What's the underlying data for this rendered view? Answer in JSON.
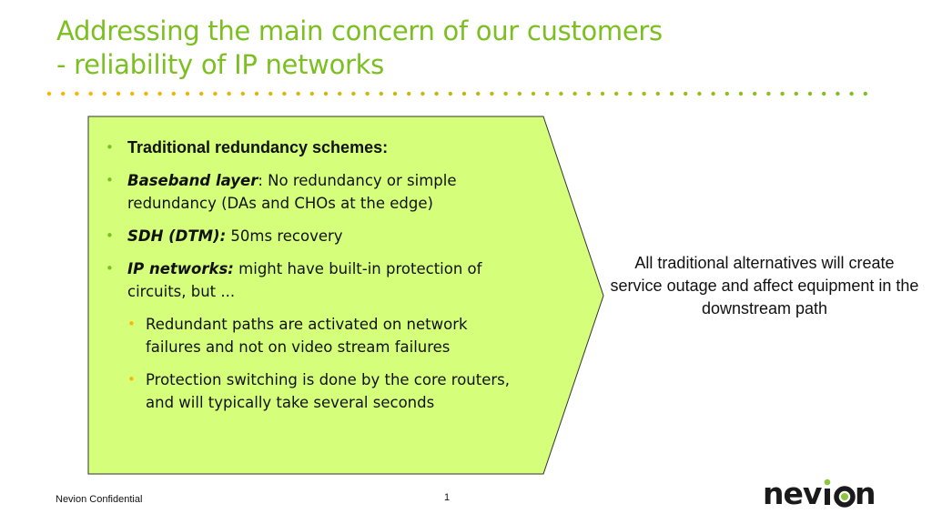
{
  "slide": {
    "title_line1": "Addressing the main concern of our customers",
    "title_line2": "- reliability of IP networks",
    "bullets": [
      {
        "label": "Traditional redundancy schemes:",
        "rest": ""
      },
      {
        "label": "Baseband layer",
        "rest": ": No redundancy or simple redundancy (DAs and CHOs at the edge)"
      },
      {
        "label": "SDH (DTM):",
        "rest": " 50ms recovery"
      },
      {
        "label": "IP networks:",
        "rest": " might have built-in protection of circuits, but ..."
      }
    ],
    "sub_bullets": [
      "Redundant paths are activated on network failures and not on video stream failures",
      "Protection switching is done by the core routers, and will typically take several seconds"
    ],
    "side_text": "All traditional alternatives will create service outage and affect equipment in the downstream path",
    "footer_left": "Nevion Confidential",
    "page_number": "1",
    "logo_text": "nevion"
  },
  "colors": {
    "title_green": "#7cbf20",
    "box_fill": "#d5ff7a",
    "dot_green": "#8cc63f",
    "dot_yellow": "#ffb400"
  }
}
